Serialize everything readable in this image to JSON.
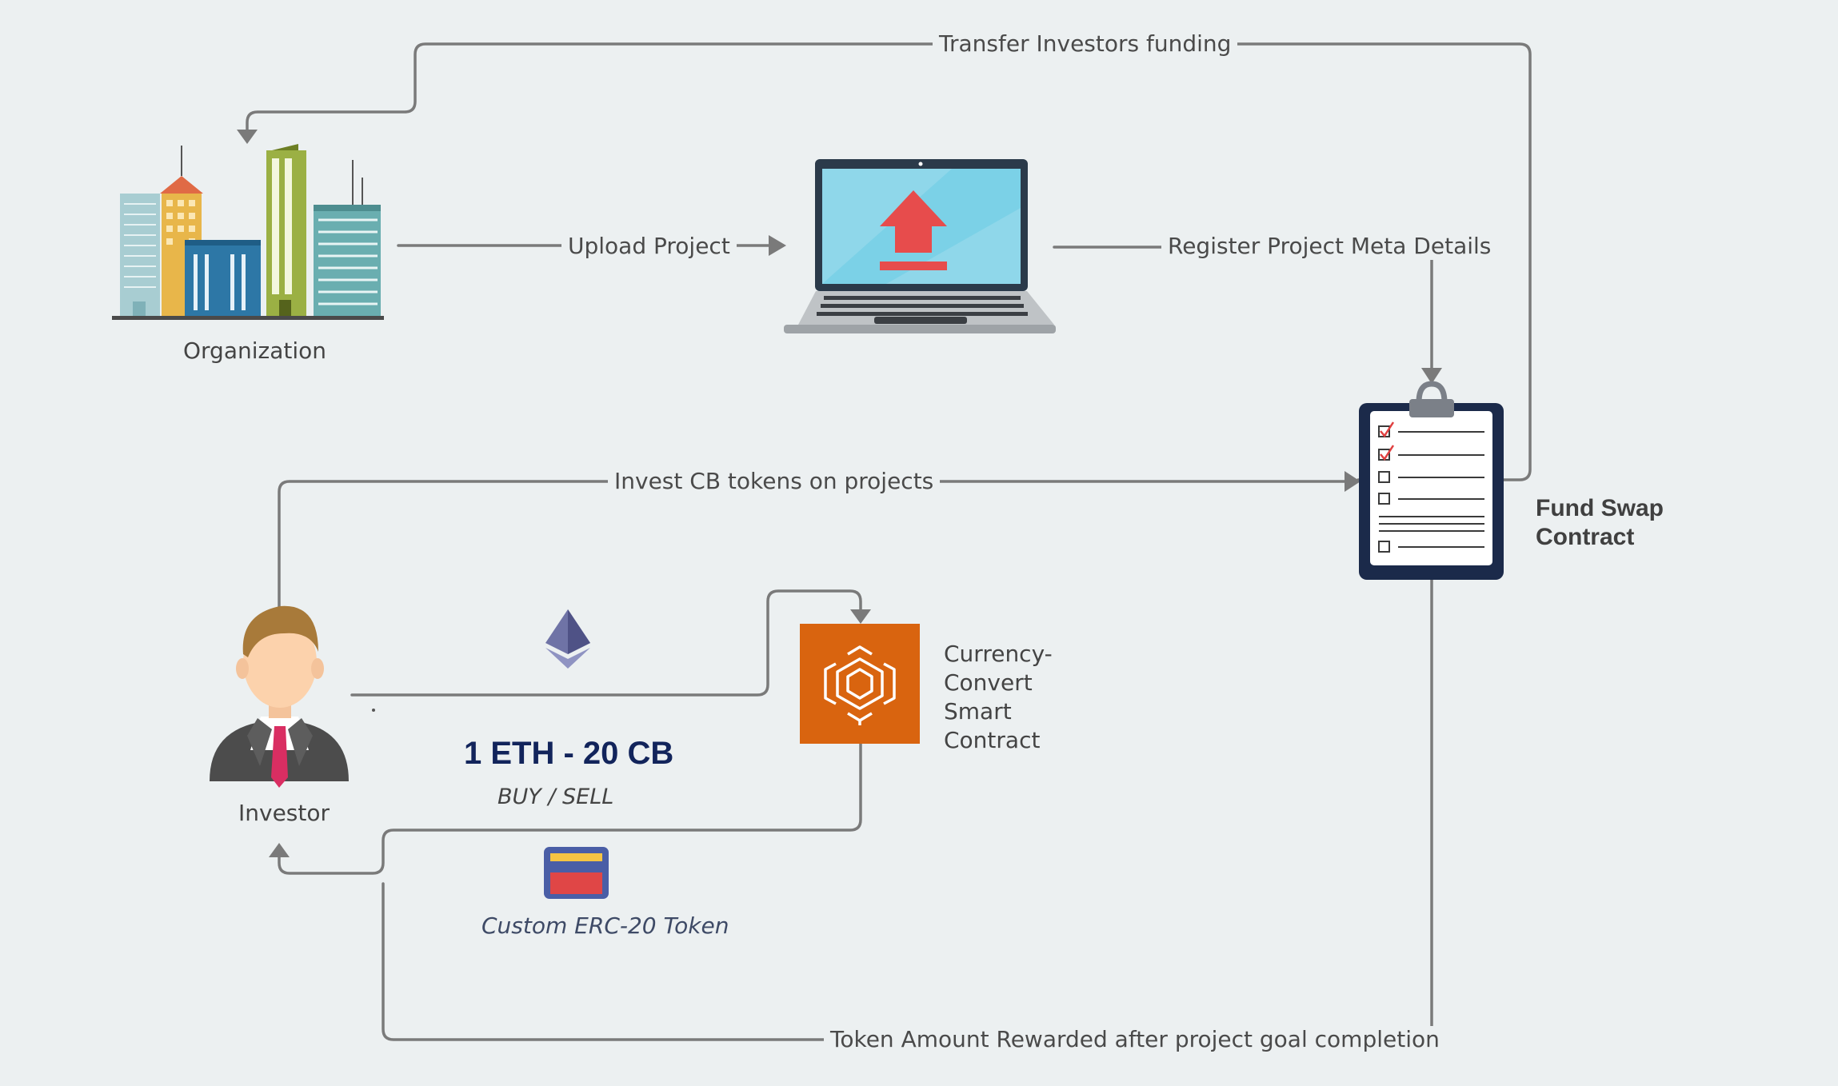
{
  "nodes": {
    "organization": "Organization",
    "investor": "Investor",
    "fund_swap_line1": "Fund Swap",
    "fund_swap_line2": "Contract",
    "currency_convert": "Currency-Convert Smart Contract"
  },
  "edges": {
    "transfer_funding": "Transfer Investors funding",
    "upload_project": "Upload Project",
    "register_meta": "Register Project Meta Details",
    "invest_tokens": "Invest CB tokens on projects",
    "token_reward": "Token Amount Rewarded after project goal completion"
  },
  "exchange": {
    "rate": "1 ETH - 20 CB",
    "mode": "BUY / SELL",
    "token": "Custom ERC-20 Token"
  },
  "colors": {
    "wire": "#7a7a7a",
    "contract_box": "#d9640f",
    "clipboard": "#1b2a4a",
    "rate_text": "#12245b"
  }
}
